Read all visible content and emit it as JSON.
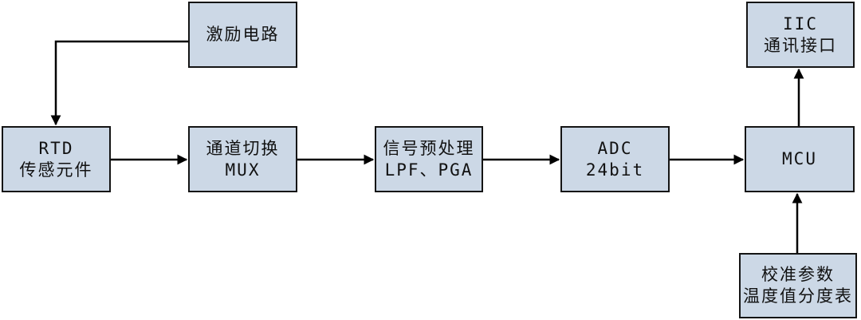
{
  "diagram": {
    "boxes": {
      "excitation": {
        "lines": [
          "激励电路"
        ]
      },
      "rtd": {
        "lines": [
          "RTD",
          "传感元件"
        ]
      },
      "mux": {
        "lines": [
          "通道切换",
          "MUX"
        ]
      },
      "preprocess": {
        "lines": [
          "信号预处理",
          "LPF、PGA"
        ]
      },
      "adc": {
        "lines": [
          "ADC",
          "24bit"
        ]
      },
      "mcu": {
        "lines": [
          "MCU"
        ]
      },
      "iic": {
        "lines": [
          "IIC",
          "通讯接口"
        ]
      },
      "calibration": {
        "lines": [
          "校准参数",
          "温度值分度表"
        ]
      }
    },
    "colors": {
      "box_fill": "#ccd8e6",
      "box_border": "#141414",
      "arrow": "#000000",
      "background": "#ffffff"
    }
  }
}
